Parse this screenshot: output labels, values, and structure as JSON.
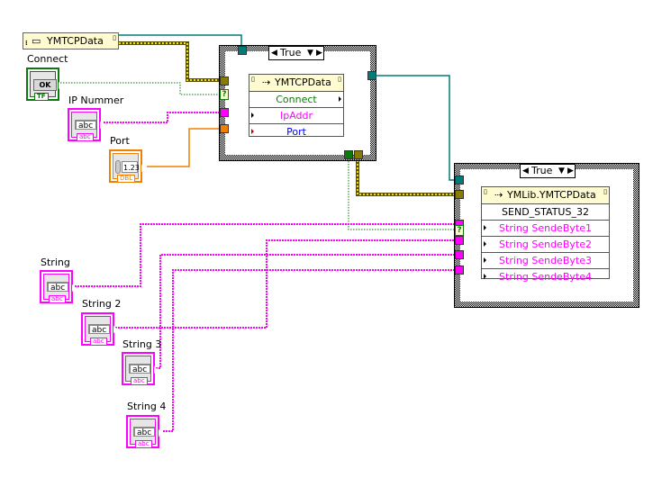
{
  "diagram": {
    "type": "LabVIEW block diagram",
    "colors": {
      "cluster_wire": "#8a7a00",
      "cluster_wire_fill": "#f0e000",
      "refnum_wire": "#007a7a",
      "string_wire": "#ff00ff",
      "boolean_wire": "#0a7a0a",
      "numeric_wire": "#f08000",
      "cluster_constant_bg": "#fffbd0"
    }
  },
  "constants": {
    "cluster": {
      "label": "YMTCPData",
      "icon": "cluster-constant-icon"
    }
  },
  "controls": {
    "connect": {
      "label": "Connect",
      "button_text": "OK",
      "type_tag": "TF"
    },
    "ip": {
      "label": "IP Nummer",
      "value_text": "abc",
      "type_tag": "abc"
    },
    "port": {
      "label": "Port",
      "value_text": "1.23",
      "type_tag": "DBL"
    },
    "string1": {
      "label": "String",
      "value_text": "abc",
      "type_tag": "abc"
    },
    "string2": {
      "label": "String 2",
      "value_text": "abc",
      "type_tag": "abc"
    },
    "string3": {
      "label": "String 3",
      "value_text": "abc",
      "type_tag": "abc"
    },
    "string4": {
      "label": "String 4",
      "value_text": "abc",
      "type_tag": "abc"
    }
  },
  "case1": {
    "selector_value": "True",
    "node": {
      "title": "YMTCPData",
      "rows": [
        "Connect",
        "IpAddr",
        "Port"
      ],
      "row_colors": [
        "#0a7a0a",
        "#ff00ff",
        "#0000ff"
      ]
    },
    "question_mark": "?"
  },
  "case2": {
    "selector_value": "True",
    "node": {
      "title": "YMLib.YMTCPData",
      "rows": [
        "SEND_STATUS_32",
        "String SendeByte1",
        "String SendeByte2",
        "String SendeByte3",
        "String SendeByte4"
      ],
      "row_colors": [
        "#000000",
        "#ff00ff",
        "#ff00ff",
        "#ff00ff",
        "#ff00ff"
      ]
    },
    "question_mark": "?"
  }
}
